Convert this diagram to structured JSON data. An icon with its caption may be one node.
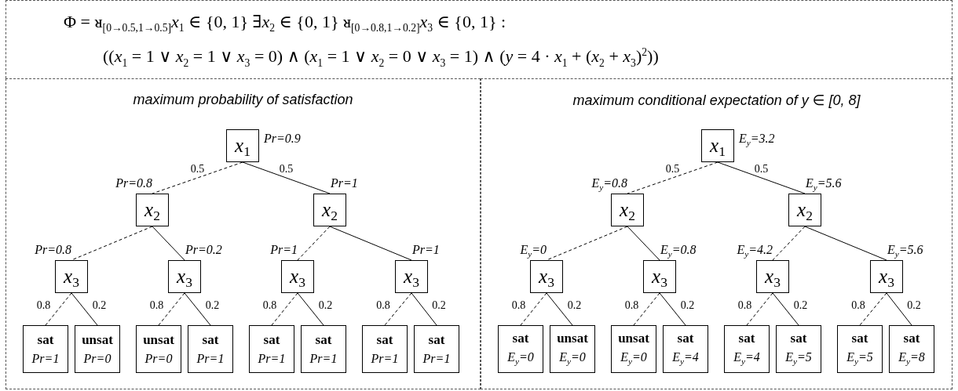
{
  "diagram": {
    "nodes": [
      {
        "text": [
          "Φ = ᴚ$_{[0→0.5,1→0.5]}$*x*$_{1}$ ∈ {0, 1} ∃*x*$_{2}$ ∈ {0, 1} ᴚ$_{[0→0.8,1→0.2]}$*x*$_{3}$ ∈ {0, 1} :",
          "((*x*$_{1}$ = 1 ∨ *x*$_{2}$ = 1 ∨ *x*$_{3}$ = 0) ∧ (*x*$_{1}$ = 1 ∨ *x*$_{2}$ = 0 ∨ *x*$_{3}$ = 1) ∧ (*y* = 4 · *x*$_{1}$ + (*x*$_{2}$ + *x*$_{3}$)$^{2}$))"
        ]
      },
      {
        "text": [
          "maximum probability of satisfaction"
        ]
      },
      {
        "text": [
          "x$_{1}$"
        ],
        "in": 1,
        "beside": [
          "Pr=0.9"
        ]
      },
      {
        "text": [
          "x$_{2}$"
        ],
        "in": 1,
        "beside": [
          "Pr=0.8"
        ]
      },
      {
        "text": [
          "x$_{2}$"
        ],
        "in": 1,
        "beside": [
          "Pr=1"
        ]
      },
      {
        "text": [
          "x$_{3}$"
        ],
        "in": 1,
        "beside": [
          "Pr=0.8"
        ]
      },
      {
        "text": [
          "x$_{3}$"
        ],
        "in": 1,
        "beside": [
          "Pr=0.2"
        ]
      },
      {
        "text": [
          "x$_{3}$"
        ],
        "in": 1,
        "beside": [
          "Pr=1"
        ]
      },
      {
        "text": [
          "x$_{3}$"
        ],
        "in": 1,
        "beside": [
          "Pr=1"
        ]
      },
      {
        "text": [
          "sat",
          "Pr=1"
        ],
        "in": 1
      },
      {
        "text": [
          "unsat",
          "Pr=0"
        ],
        "in": 1
      },
      {
        "text": [
          "unsat",
          "Pr=0"
        ],
        "in": 1
      },
      {
        "text": [
          "sat",
          "Pr=1"
        ],
        "in": 1
      },
      {
        "text": [
          "sat",
          "Pr=1"
        ],
        "in": 1
      },
      {
        "text": [
          "sat",
          "Pr=1"
        ],
        "in": 1
      },
      {
        "text": [
          "sat",
          "Pr=1"
        ],
        "in": 1
      },
      {
        "text": [
          "sat",
          "Pr=1"
        ],
        "in": 1
      },
      {
        "text": [
          "maximum conditional expectation of *y* ∈ [0, 8]"
        ]
      },
      {
        "text": [
          "x$_{1}$"
        ],
        "in": 17,
        "beside": [
          "E$_{y}$=3.2"
        ]
      },
      {
        "text": [
          "x$_{2}$"
        ],
        "in": 17,
        "beside": [
          "E$_{y}$=0.8"
        ]
      },
      {
        "text": [
          "x$_{2}$"
        ],
        "in": 17,
        "beside": [
          "E$_{y}$=5.6"
        ]
      },
      {
        "text": [
          "x$_{3}$"
        ],
        "in": 17,
        "beside": [
          "E$_{y}$=0"
        ]
      },
      {
        "text": [
          "x$_{3}$"
        ],
        "in": 17,
        "beside": [
          "E$_{y}$=0.8"
        ]
      },
      {
        "text": [
          "x$_{3}$"
        ],
        "in": 17,
        "beside": [
          "E$_{y}$=4.2"
        ]
      },
      {
        "text": [
          "x$_{3}$"
        ],
        "in": 17,
        "beside": [
          "E$_{y}$=5.6"
        ]
      },
      {
        "text": [
          "sat",
          "E$_{y}$=0"
        ],
        "in": 17
      },
      {
        "text": [
          "unsat",
          "E$_{y}$=0"
        ],
        "in": 17
      },
      {
        "text": [
          "unsat",
          "E$_{y}$=0"
        ],
        "in": 17
      },
      {
        "text": [
          "sat",
          "E$_{y}$=4"
        ],
        "in": 17
      },
      {
        "text": [
          "sat",
          "E$_{y}$=4"
        ],
        "in": 17
      },
      {
        "text": [
          "sat",
          "E$_{y}$=5"
        ],
        "in": 17
      },
      {
        "text": [
          "sat",
          "E$_{y}$=5"
        ],
        "in": 17
      },
      {
        "text": [
          "sat",
          "E$_{y}$=8"
        ],
        "in": 17
      }
    ],
    "edges": [
      {
        "from": 2,
        "to": 3,
        "arrow": "none",
        "label": "0.5",
        "style": "dashed"
      },
      {
        "from": 2,
        "to": 4,
        "arrow": "none",
        "label": "0.5"
      },
      {
        "from": 3,
        "to": 5,
        "arrow": "none",
        "style": "dashed"
      },
      {
        "from": 3,
        "to": 6,
        "arrow": "none"
      },
      {
        "from": 4,
        "to": 7,
        "arrow": "none",
        "style": "dashed"
      },
      {
        "from": 4,
        "to": 8,
        "arrow": "none"
      },
      {
        "from": 5,
        "to": 9,
        "arrow": "none",
        "label": "0.8",
        "style": "dashed"
      },
      {
        "from": 5,
        "to": 10,
        "arrow": "none",
        "label": "0.2"
      },
      {
        "from": 6,
        "to": 11,
        "arrow": "none",
        "label": "0.8",
        "style": "dashed"
      },
      {
        "from": 6,
        "to": 12,
        "arrow": "none",
        "label": "0.2"
      },
      {
        "from": 7,
        "to": 13,
        "arrow": "none",
        "label": "0.8",
        "style": "dashed"
      },
      {
        "from": 7,
        "to": 14,
        "arrow": "none",
        "label": "0.2"
      },
      {
        "from": 8,
        "to": 15,
        "arrow": "none",
        "label": "0.8",
        "style": "dashed"
      },
      {
        "from": 8,
        "to": 16,
        "arrow": "none",
        "label": "0.2"
      },
      {
        "from": 18,
        "to": 19,
        "arrow": "none",
        "label": "0.5",
        "style": "dashed"
      },
      {
        "from": 18,
        "to": 20,
        "arrow": "none",
        "label": "0.5"
      },
      {
        "from": 19,
        "to": 21,
        "arrow": "none",
        "style": "dashed"
      },
      {
        "from": 19,
        "to": 22,
        "arrow": "none"
      },
      {
        "from": 20,
        "to": 23,
        "arrow": "none",
        "style": "dashed"
      },
      {
        "from": 20,
        "to": 24,
        "arrow": "none"
      },
      {
        "from": 21,
        "to": 25,
        "arrow": "none",
        "label": "0.8",
        "style": "dashed"
      },
      {
        "from": 21,
        "to": 26,
        "arrow": "none",
        "label": "0.2"
      },
      {
        "from": 22,
        "to": 27,
        "arrow": "none",
        "label": "0.8",
        "style": "dashed"
      },
      {
        "from": 22,
        "to": 28,
        "arrow": "none",
        "label": "0.2"
      },
      {
        "from": 23,
        "to": 29,
        "arrow": "none",
        "label": "0.8",
        "style": "dashed"
      },
      {
        "from": 23,
        "to": 30,
        "arrow": "none",
        "label": "0.2"
      },
      {
        "from": 24,
        "to": 31,
        "arrow": "none",
        "label": "0.8",
        "style": "dashed"
      },
      {
        "from": 24,
        "to": 32,
        "arrow": "none",
        "label": "0.2"
      }
    ]
  }
}
